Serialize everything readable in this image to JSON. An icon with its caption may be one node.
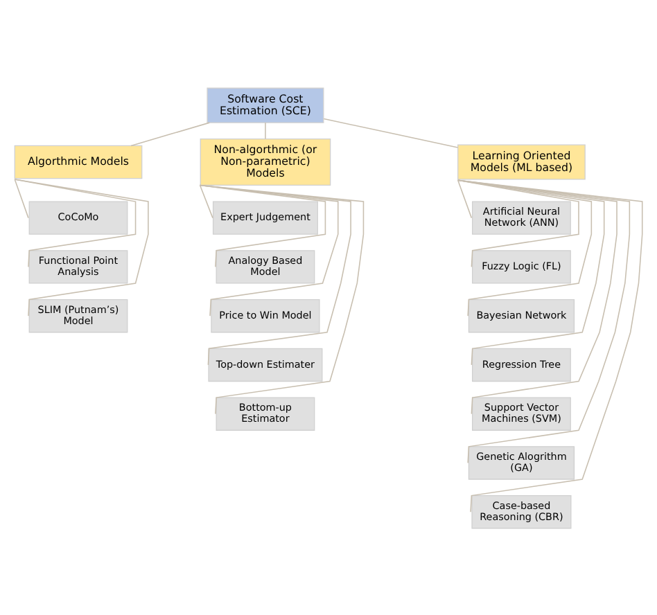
{
  "diagram": {
    "nodes": [
      {
        "text": [
          "Software Cost Estimation (SCE)"
        ]
      },
      {
        "text": [
          "Algorthmic Models"
        ]
      },
      {
        "text": [
          "Non-algorthmic (or Non-parametric) Models"
        ]
      },
      {
        "text": [
          "Learning Oriented Models (ML based)"
        ]
      },
      {
        "text": [
          "CoCoMo"
        ]
      },
      {
        "text": [
          "Functional Point Analysis"
        ]
      },
      {
        "text": [
          "SLIM (Putnam’s) Model"
        ]
      },
      {
        "text": [
          "Expert Judgement"
        ]
      },
      {
        "text": [
          "Analogy Based Model"
        ]
      },
      {
        "text": [
          "Price to Win Model"
        ]
      },
      {
        "text": [
          "Top-down Estimater"
        ]
      },
      {
        "text": [
          "Bottom-up Estimator"
        ]
      },
      {
        "text": [
          "Artificial Neural Network (ANN)"
        ]
      },
      {
        "text": [
          "Fuzzy Logic (FL)"
        ]
      },
      {
        "text": [
          "Bayesian Network"
        ]
      },
      {
        "text": [
          "Regression Tree"
        ]
      },
      {
        "text": [
          "Support Vector Machines (SVM)"
        ]
      },
      {
        "text": [
          "Genetic Alogrithm (GA)"
        ]
      },
      {
        "text": [
          "Case-based Reasoning (CBR)"
        ]
      }
    ],
    "edges": [
      {
        "from": 0,
        "to": 1,
        "arrow": "none"
      },
      {
        "from": 0,
        "to": 2,
        "arrow": "none"
      },
      {
        "from": 0,
        "to": 3,
        "arrow": "none"
      },
      {
        "from": 1,
        "to": 4,
        "arrow": "none"
      },
      {
        "from": 1,
        "to": 5,
        "arrow": "none"
      },
      {
        "from": 1,
        "to": 6,
        "arrow": "none"
      },
      {
        "from": 2,
        "to": 7,
        "arrow": "none"
      },
      {
        "from": 2,
        "to": 8,
        "arrow": "none"
      },
      {
        "from": 2,
        "to": 9,
        "arrow": "none"
      },
      {
        "from": 2,
        "to": 10,
        "arrow": "none"
      },
      {
        "from": 2,
        "to": 11,
        "arrow": "none"
      },
      {
        "from": 3,
        "to": 12,
        "arrow": "none"
      },
      {
        "from": 3,
        "to": 13,
        "arrow": "none"
      },
      {
        "from": 3,
        "to": 14,
        "arrow": "none"
      },
      {
        "from": 3,
        "to": 15,
        "arrow": "none"
      },
      {
        "from": 3,
        "to": 16,
        "arrow": "none"
      },
      {
        "from": 3,
        "to": 17,
        "arrow": "none"
      },
      {
        "from": 3,
        "to": 18,
        "arrow": "none"
      }
    ]
  }
}
